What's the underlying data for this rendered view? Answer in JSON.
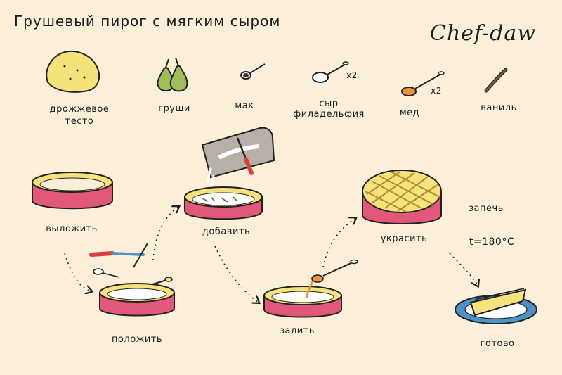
{
  "title": "Грушевый пирог с мягким сыром",
  "brand": "Chef-daw",
  "ingredients": {
    "dough": "дрожжевое тесто",
    "pears": "груши",
    "poppy": "мак",
    "cheese_line1": "сыр",
    "cheese_line2": "филадельфия",
    "cheese_qty": "x2",
    "honey": "мед",
    "honey_qty": "x2",
    "vanilla": "ваниль"
  },
  "steps": {
    "lay_out": "выложить",
    "put": "положить",
    "add": "добавить",
    "pour": "залить",
    "decorate": "украсить",
    "bake": "запечь",
    "temperature": "t=180°C",
    "done": "готово"
  },
  "colors": {
    "background": "#fbefd9",
    "pan_pink": "#e2587a",
    "dough_yellow": "#f6e27a",
    "pear_green": "#9fbe5a",
    "honey_orange": "#f0923c",
    "plate_blue": "#4d93c8",
    "board_grey": "#b7b0a8",
    "knife_red": "#d9403a"
  }
}
